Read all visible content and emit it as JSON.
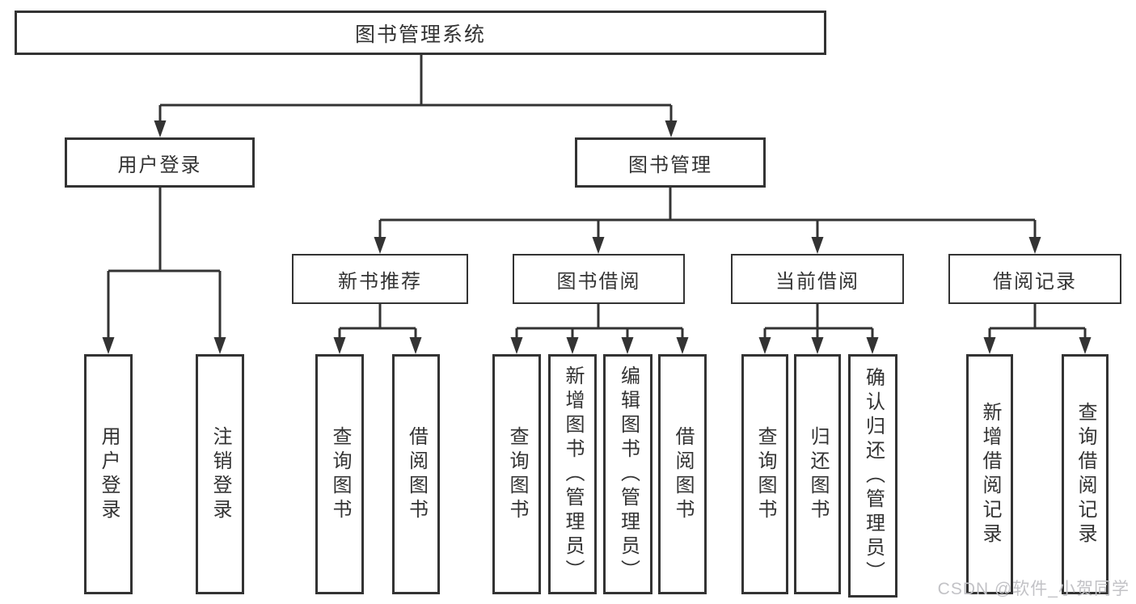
{
  "diagram": {
    "root": "图书管理系统",
    "level2": [
      "用户登录",
      "图书管理"
    ],
    "level3": [
      "新书推荐",
      "图书借阅",
      "当前借阅",
      "借阅记录"
    ],
    "leaves": {
      "user": [
        "用户登录",
        "注销登录"
      ],
      "recommend": [
        "查询图书",
        "借阅图书"
      ],
      "borrow": [
        "查询图书",
        "新增图书（管理员）",
        "编辑图书（管理员）",
        "借阅图书"
      ],
      "current": [
        "查询图书",
        "归还图书",
        "确认归还（管理员）"
      ],
      "records": [
        "新增借阅记录",
        "查询借阅记录"
      ]
    }
  },
  "watermark": {
    "text": "CSDN @软件_小贺同学"
  },
  "colors": {
    "line": "#333333",
    "box_border": "#333333",
    "text": "#333333",
    "watermark": "#c2c2c6",
    "background": "#ffffff"
  }
}
